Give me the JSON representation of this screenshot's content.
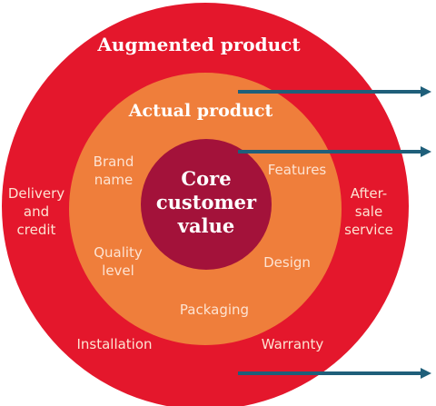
{
  "colors": {
    "outer_ring": "#e4172c",
    "middle_ring": "#ef7e3b",
    "core_circle": "#a3123a",
    "label_text": "#fde3d2",
    "arrow": "#1f5f7a"
  },
  "rings": {
    "augmented": {
      "title": "Augmented product",
      "items": [
        "Delivery",
        "and",
        "credit",
        "After-",
        "sale",
        "service",
        "Installation",
        "Warranty"
      ]
    },
    "actual": {
      "title": "Actual product",
      "items": [
        "Brand",
        "name",
        "Features",
        "Quality",
        "level",
        "Design",
        "Packaging"
      ]
    },
    "core": {
      "lines": [
        "Core",
        "customer",
        "value"
      ]
    }
  }
}
